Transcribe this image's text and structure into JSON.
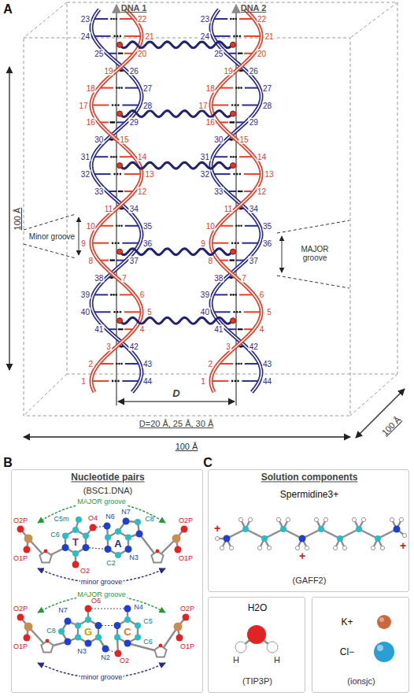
{
  "diagram": {
    "nodes": [
      {
        "text": [
          "Nucleotide pairs",
          "(BSC1.DNA)"
        ]
      },
      {
        "text": [
          "Solution components",
          "Spermidine3+",
          "(GAFF2)"
        ]
      },
      {
        "text": [
          "H2O",
          "(TIP3P)"
        ]
      },
      {
        "text": [
          "K+",
          "Cl−",
          "(ionsjc)"
        ]
      }
    ],
    "labels": [
      "A",
      "DNA 1",
      "DNA 2",
      "100 Å",
      "100 Å",
      "100 Å",
      "Minor groove",
      "MAJOR groove",
      "D",
      "D=20 Å, 25 Å, 30 Å",
      "1",
      "2",
      "3",
      "4",
      "5",
      "6",
      "7",
      "8",
      "9",
      "10",
      "11",
      "12",
      "13",
      "14",
      "15",
      "16",
      "17",
      "18",
      "19",
      "20",
      "21",
      "22",
      "23",
      "24",
      "25",
      "26",
      "27",
      "28",
      "29",
      "30",
      "31",
      "32",
      "33",
      "34",
      "35",
      "36",
      "37",
      "38",
      "39",
      "40",
      "41",
      "42",
      "43",
      "44",
      "1",
      "2",
      "3",
      "4",
      "5",
      "6",
      "7",
      "8",
      "9",
      "10",
      "11",
      "12",
      "13",
      "14",
      "15",
      "16",
      "17",
      "18",
      "19",
      "20",
      "21",
      "22",
      "23",
      "24",
      "25",
      "26",
      "27",
      "28",
      "29",
      "30",
      "31",
      "32",
      "33",
      "34",
      "35",
      "36",
      "37",
      "38",
      "39",
      "40",
      "41",
      "42",
      "43",
      "44",
      "B",
      "C",
      "MAJOR groove",
      "C5m",
      "O4",
      "N6",
      "N7",
      "C6",
      "T",
      "A",
      "C8",
      "O2P",
      "O1P",
      "O2P",
      "O1P",
      "C2",
      "N3",
      "O2",
      "minor groove",
      "MAJOR groove",
      "O2P",
      "O1P",
      "N7",
      "O6",
      "N4",
      "C5",
      "C8",
      "G",
      "C",
      "C6",
      "O2P",
      "O1P",
      "N3",
      "N2",
      "O2",
      "minor groove",
      "+",
      "+",
      "+",
      "H",
      "H"
    ]
  }
}
